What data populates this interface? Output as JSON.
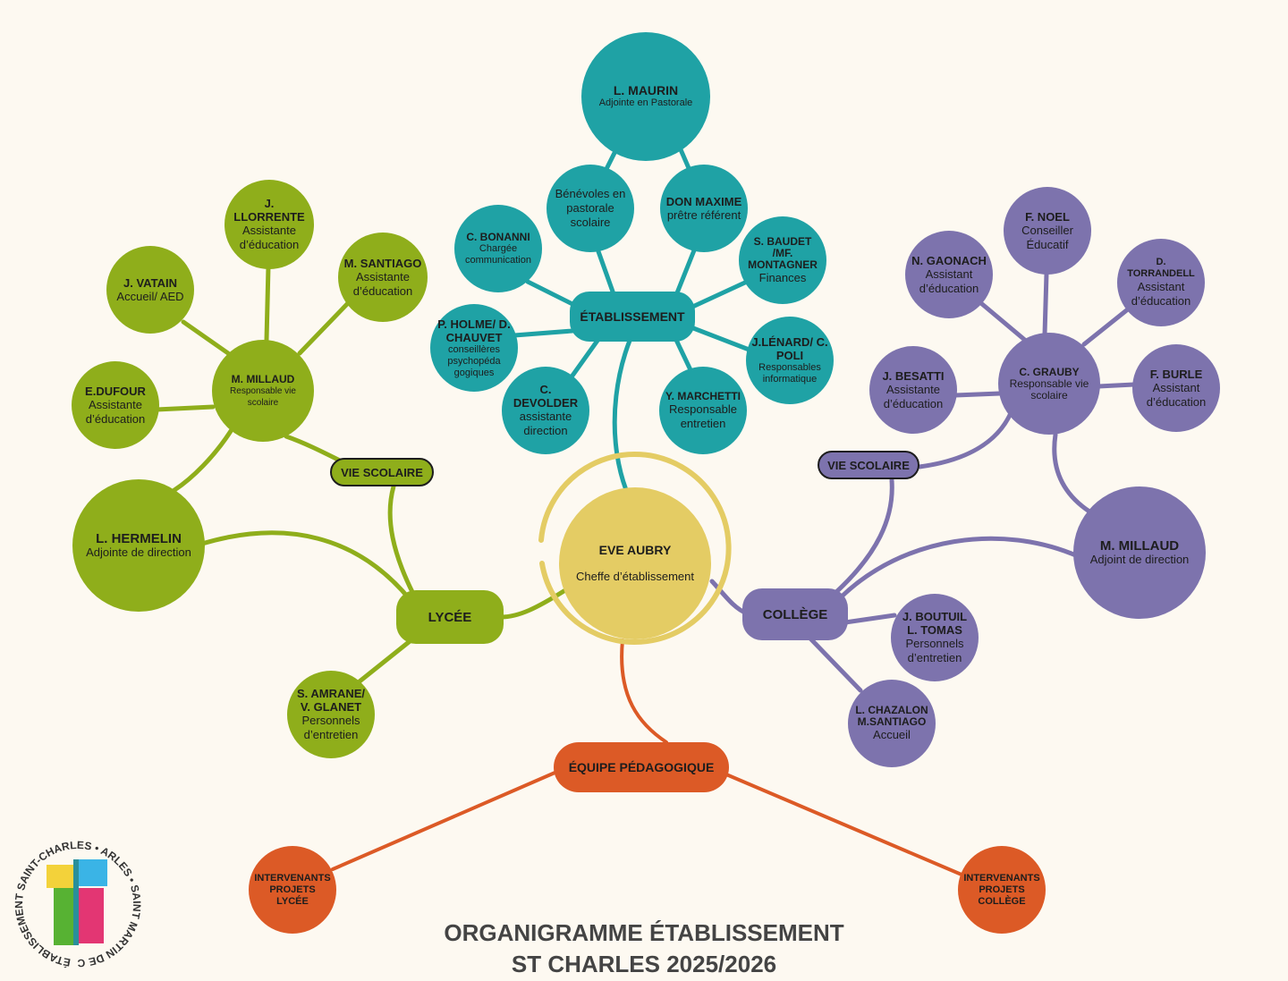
{
  "title": {
    "line1": "ORGANIGRAMME ÉTABLISSEMENT",
    "line2": "ST CHARLES 2025/2026"
  },
  "logo": {
    "text": "ÉTABLISSEMENT SAINT-CHARLES • ARLES • SAINT MARTIN DE CRAU •"
  },
  "colors": {
    "teal": "#1fa2a5",
    "green": "#8fae1b",
    "purple": "#7d73ad",
    "orange": "#dc5a26",
    "yellow": "#e4cc64",
    "background": "#fdf9f1"
  },
  "center": {
    "name": "EVE AUBRY",
    "role": "Cheffe d’établissement"
  },
  "etablissement": {
    "label": "ÉTABLISSEMENT",
    "maurin": {
      "name": "L. MAURIN",
      "role": "Adjointe en Pastorale"
    },
    "benevoles": {
      "role": "Bénévoles en pastorale scolaire"
    },
    "don_maxime": {
      "name": "DON MAXIME",
      "role": "prêtre référent"
    },
    "bonanni": {
      "name": "C. BONANNI",
      "role": "Chargée communication"
    },
    "baudet": {
      "name": "S. BAUDET /MF. MONTAGNER",
      "role": "Finances"
    },
    "holme": {
      "name": "P. HOLME/ D. CHAUVET",
      "role": "conseillères psychopéda gogiques"
    },
    "lenard": {
      "name": "J.LÉNARD/ C. POLI",
      "role": "Responsables informatique"
    },
    "devolder": {
      "name": "C. DEVOLDER",
      "role": "assistante direction"
    },
    "marchetti": {
      "name": "Y. MARCHETTI",
      "role": "Responsable entretien"
    }
  },
  "lycee": {
    "label": "LYCÉE",
    "vie_scolaire": "VIE SCOLAIRE",
    "millaud": {
      "name": "M. MILLAUD",
      "role": "Responsable vie scolaire"
    },
    "llorrente": {
      "name": "J. LLORRENTE",
      "role": "Assistante d’éducation"
    },
    "vatain": {
      "name": "J. VATAIN",
      "role": "Accueil/ AED"
    },
    "santiago": {
      "name": "M. SANTIAGO",
      "role": "Assistante d’éducation"
    },
    "dufour": {
      "name": "E.DUFOUR",
      "role": "Assistante d’éducation"
    },
    "hermelin": {
      "name": "L. HERMELIN",
      "role": "Adjointe de direction"
    },
    "amrane": {
      "name": "S. AMRANE/ V. GLANET",
      "role": "Personnels d’entretien"
    }
  },
  "college": {
    "label": "COLLÈGE",
    "vie_scolaire": "VIE SCOLAIRE",
    "grauby": {
      "name": "C. GRAUBY",
      "role": "Responsable vie scolaire"
    },
    "noel": {
      "name": "F. NOEL",
      "role": "Conseiller Éducatif"
    },
    "gaonach": {
      "name": "N. GAONACH",
      "role": "Assistant d’éducation"
    },
    "torrandell": {
      "name": "D. TORRANDELL",
      "role": "Assistant d’éducation"
    },
    "besatti": {
      "name": "J. BESATTI",
      "role": "Assistante d’éducation"
    },
    "burle": {
      "name": "F. BURLE",
      "role": "Assistant d’éducation"
    },
    "millaud": {
      "name": "M. MILLAUD",
      "role": "Adjoint de direction"
    },
    "boutuil": {
      "name": "J. BOUTUIL L. TOMAS",
      "role": "Personnels d’entretien"
    },
    "chazalon": {
      "name": "L. CHAZALON M.SANTIAGO",
      "role": "Accueil"
    }
  },
  "pedagogique": {
    "label": "ÉQUIPE PÉDAGOGIQUE",
    "lycee": "INTERVENANTS PROJETS LYCÉE",
    "college": "INTERVENANTS PROJETS COLLÈGE"
  }
}
